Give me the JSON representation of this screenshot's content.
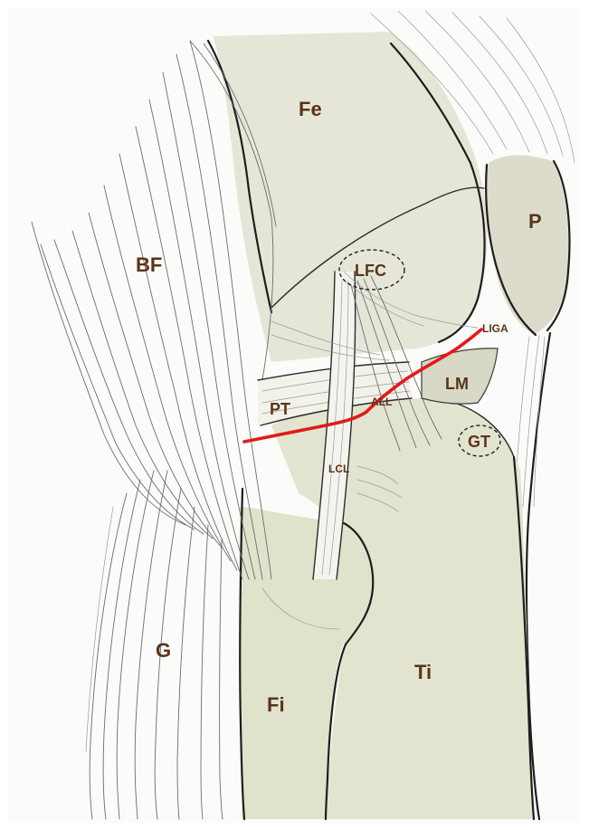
{
  "labels": {
    "fe": "Fe",
    "p": "P",
    "bf": "BF",
    "lfc": "LFC",
    "liga": "LIGA",
    "lm": "LM",
    "pt": "PT",
    "all": "ALL",
    "gt": "GT",
    "lcl": "LCL",
    "g": "G",
    "ti": "Ti",
    "fi": "Fi"
  },
  "colors": {
    "label": "#5a3418",
    "ligament_line": "#e01b1b",
    "bone_fill": "#e6e6d8",
    "muscle_fill": "#f4f4f0"
  }
}
